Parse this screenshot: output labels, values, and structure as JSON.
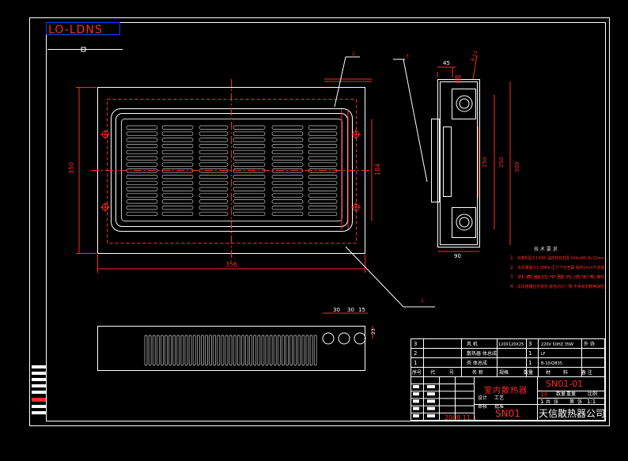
{
  "drawing": {
    "title_mark": "LO-LDNS",
    "colors": {
      "background": "#000000",
      "frame": "#ffffff",
      "outline": "#ffffff",
      "dimension": "#ff2a2a",
      "centerline": "#ff2a2a",
      "grille": "#c8c8c8",
      "title_text": "#ff2a2a",
      "cyan_block": "#1a3cff"
    },
    "dimensions": {
      "top_width": "356",
      "left_height": "350",
      "inner_height": "184",
      "side_width_top": "45",
      "side_width_bottom": "90",
      "side_height_a": "150",
      "side_height_b": "250",
      "side_height_c": "300",
      "side_angle": "8-13",
      "dim_30_a": "30",
      "dim_30_b": "30",
      "dim_15": "15",
      "dim_23": "23"
    },
    "callouts": [
      "2",
      "3",
      "1"
    ],
    "notes": {
      "heading": "技 术 要 求",
      "items": [
        {
          "num": "1",
          "text": "标准机型3-100W 温控有效范围 244x480.8x32mm"
        },
        {
          "num": "2",
          "text": "出风量最大1.0MPa 压力下无泄漏 保持1min不渗漏"
        },
        {
          "num": "3",
          "text": "外表面应平整光洁无毛刺"
        },
        {
          "num": "4",
          "text": "出风格栅应无变形 颜色均匀一致 不得有划痕等缺陷"
        }
      ]
    },
    "parts_table": {
      "rows": [
        {
          "num": "3",
          "name": "风 机",
          "spec": "120X120X25",
          "qty": "3",
          "material": "220V 50HZ 35W",
          "note": "外 协"
        },
        {
          "num": "2",
          "name": "散热器 体总成",
          "spec": "",
          "qty": "1",
          "material": "LF",
          "note": ""
        },
        {
          "num": "1",
          "name": "壳 体总成",
          "spec": "",
          "qty": "1",
          "material": "B-10/QB35",
          "note": ""
        }
      ],
      "header": [
        "序号",
        "代",
        "号",
        "名 称",
        "规格",
        "数量",
        "材",
        "料",
        "备 注"
      ]
    },
    "title_block": {
      "drawing_no": "SN01-01",
      "product_name": "室内散热器",
      "code": "SN01",
      "company": "天信散热器公司",
      "date": "2008.11.1",
      "scale": "1:1",
      "sheet": "13",
      "count": "1",
      "labels": [
        "设计",
        "审核",
        "工艺",
        "批准",
        "数量",
        "重量",
        "比例",
        "共",
        "张",
        "第",
        "张"
      ]
    }
  }
}
